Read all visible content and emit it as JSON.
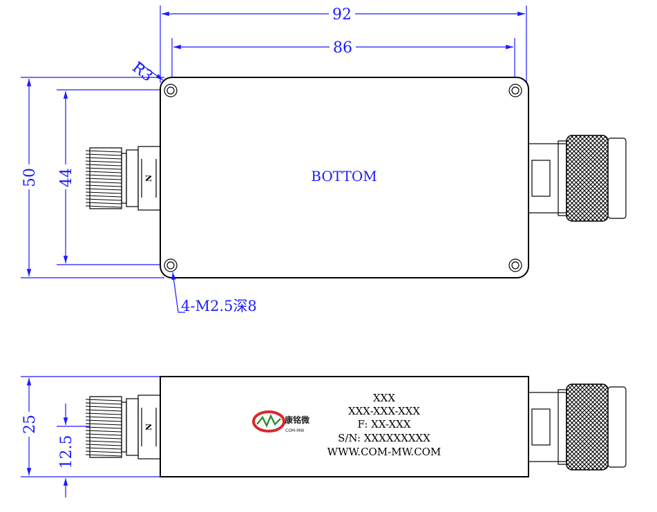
{
  "dimensions": {
    "width_outer": "92",
    "width_inner": "86",
    "radius": "R3",
    "height_outer": "50",
    "height_inner": "44",
    "holes": "4-M2.5深8",
    "side_height": "25",
    "side_half": "12.5"
  },
  "top_view": {
    "label": "BOTTOM",
    "connector_mark": "N"
  },
  "side_view": {
    "connector_mark": "N",
    "logo_name": "康铭微",
    "logo_sub": "COM-MW",
    "label_lines": [
      "XXX",
      "XXX-XXX-XXX",
      "F: XX-XXX",
      "S/N: XXXXXXXXX",
      "WWW.COM-MW.COM"
    ]
  },
  "colors": {
    "dimension": "#1a1aff",
    "outline": "#000000",
    "logo_red": "#d8282b",
    "logo_green": "#2f8f3a"
  }
}
